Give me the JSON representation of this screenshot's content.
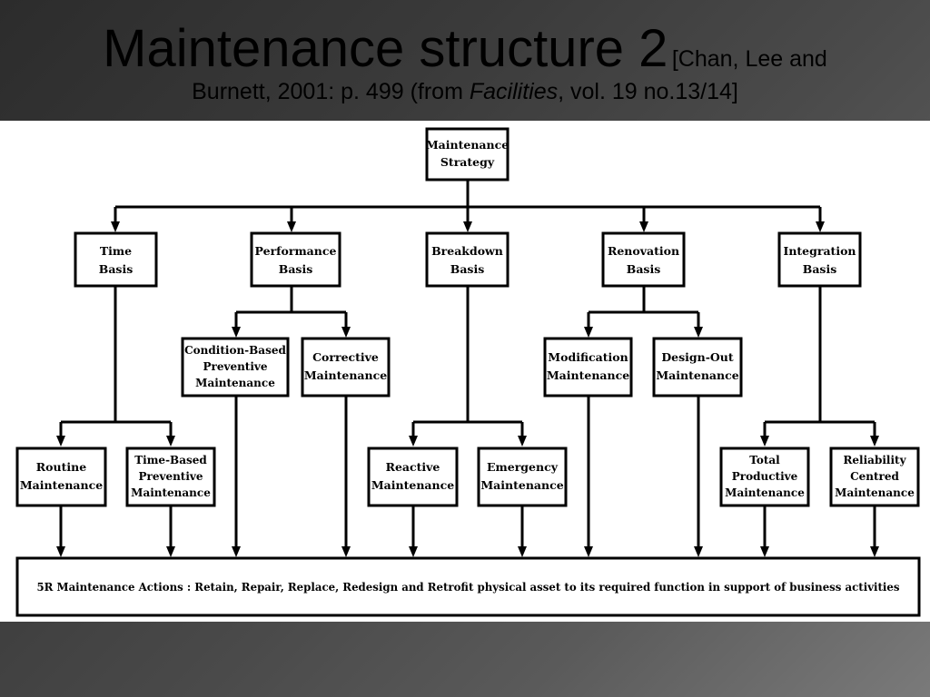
{
  "slide": {
    "title_main": "Maintenance structure 2",
    "title_cite_open": "[Chan, Lee and",
    "title_cite_line2_pre": "Burnett, 2001: p. 499 (from ",
    "title_cite_italic": "Facilities",
    "title_cite_line2_post": ", vol. 19 no.13/14]"
  },
  "diagram": {
    "root": [
      "Maintenance",
      "Strategy"
    ],
    "bases": {
      "time": [
        "Time",
        "Basis"
      ],
      "performance": [
        "Performance",
        "Basis"
      ],
      "breakdown": [
        "Breakdown",
        "Basis"
      ],
      "renovation": [
        "Renovation",
        "Basis"
      ],
      "integration": [
        "Integration",
        "Basis"
      ]
    },
    "mid": {
      "condition": [
        "Condition-Based",
        "Preventive",
        "Maintenance"
      ],
      "corrective": [
        "Corrective",
        "Maintenance"
      ],
      "modification": [
        "Modification",
        "Maintenance"
      ],
      "design_out": [
        "Design-Out",
        "Maintenance"
      ]
    },
    "low": {
      "routine": [
        "Routine",
        "Maintenance"
      ],
      "time_based": [
        "Time-Based",
        "Preventive",
        "Maintenance"
      ],
      "reactive": [
        "Reactive",
        "Maintenance"
      ],
      "emergency": [
        "Emergency",
        "Maintenance"
      ],
      "tpm": [
        "Total",
        "Productive",
        "Maintenance"
      ],
      "rcm": [
        "Reliability",
        "Centred",
        "Maintenance"
      ]
    },
    "actions": "5R Maintenance Actions : Retain, Repair, Replace, Redesign and Retrofit physical asset to its required function in support of business activities"
  }
}
